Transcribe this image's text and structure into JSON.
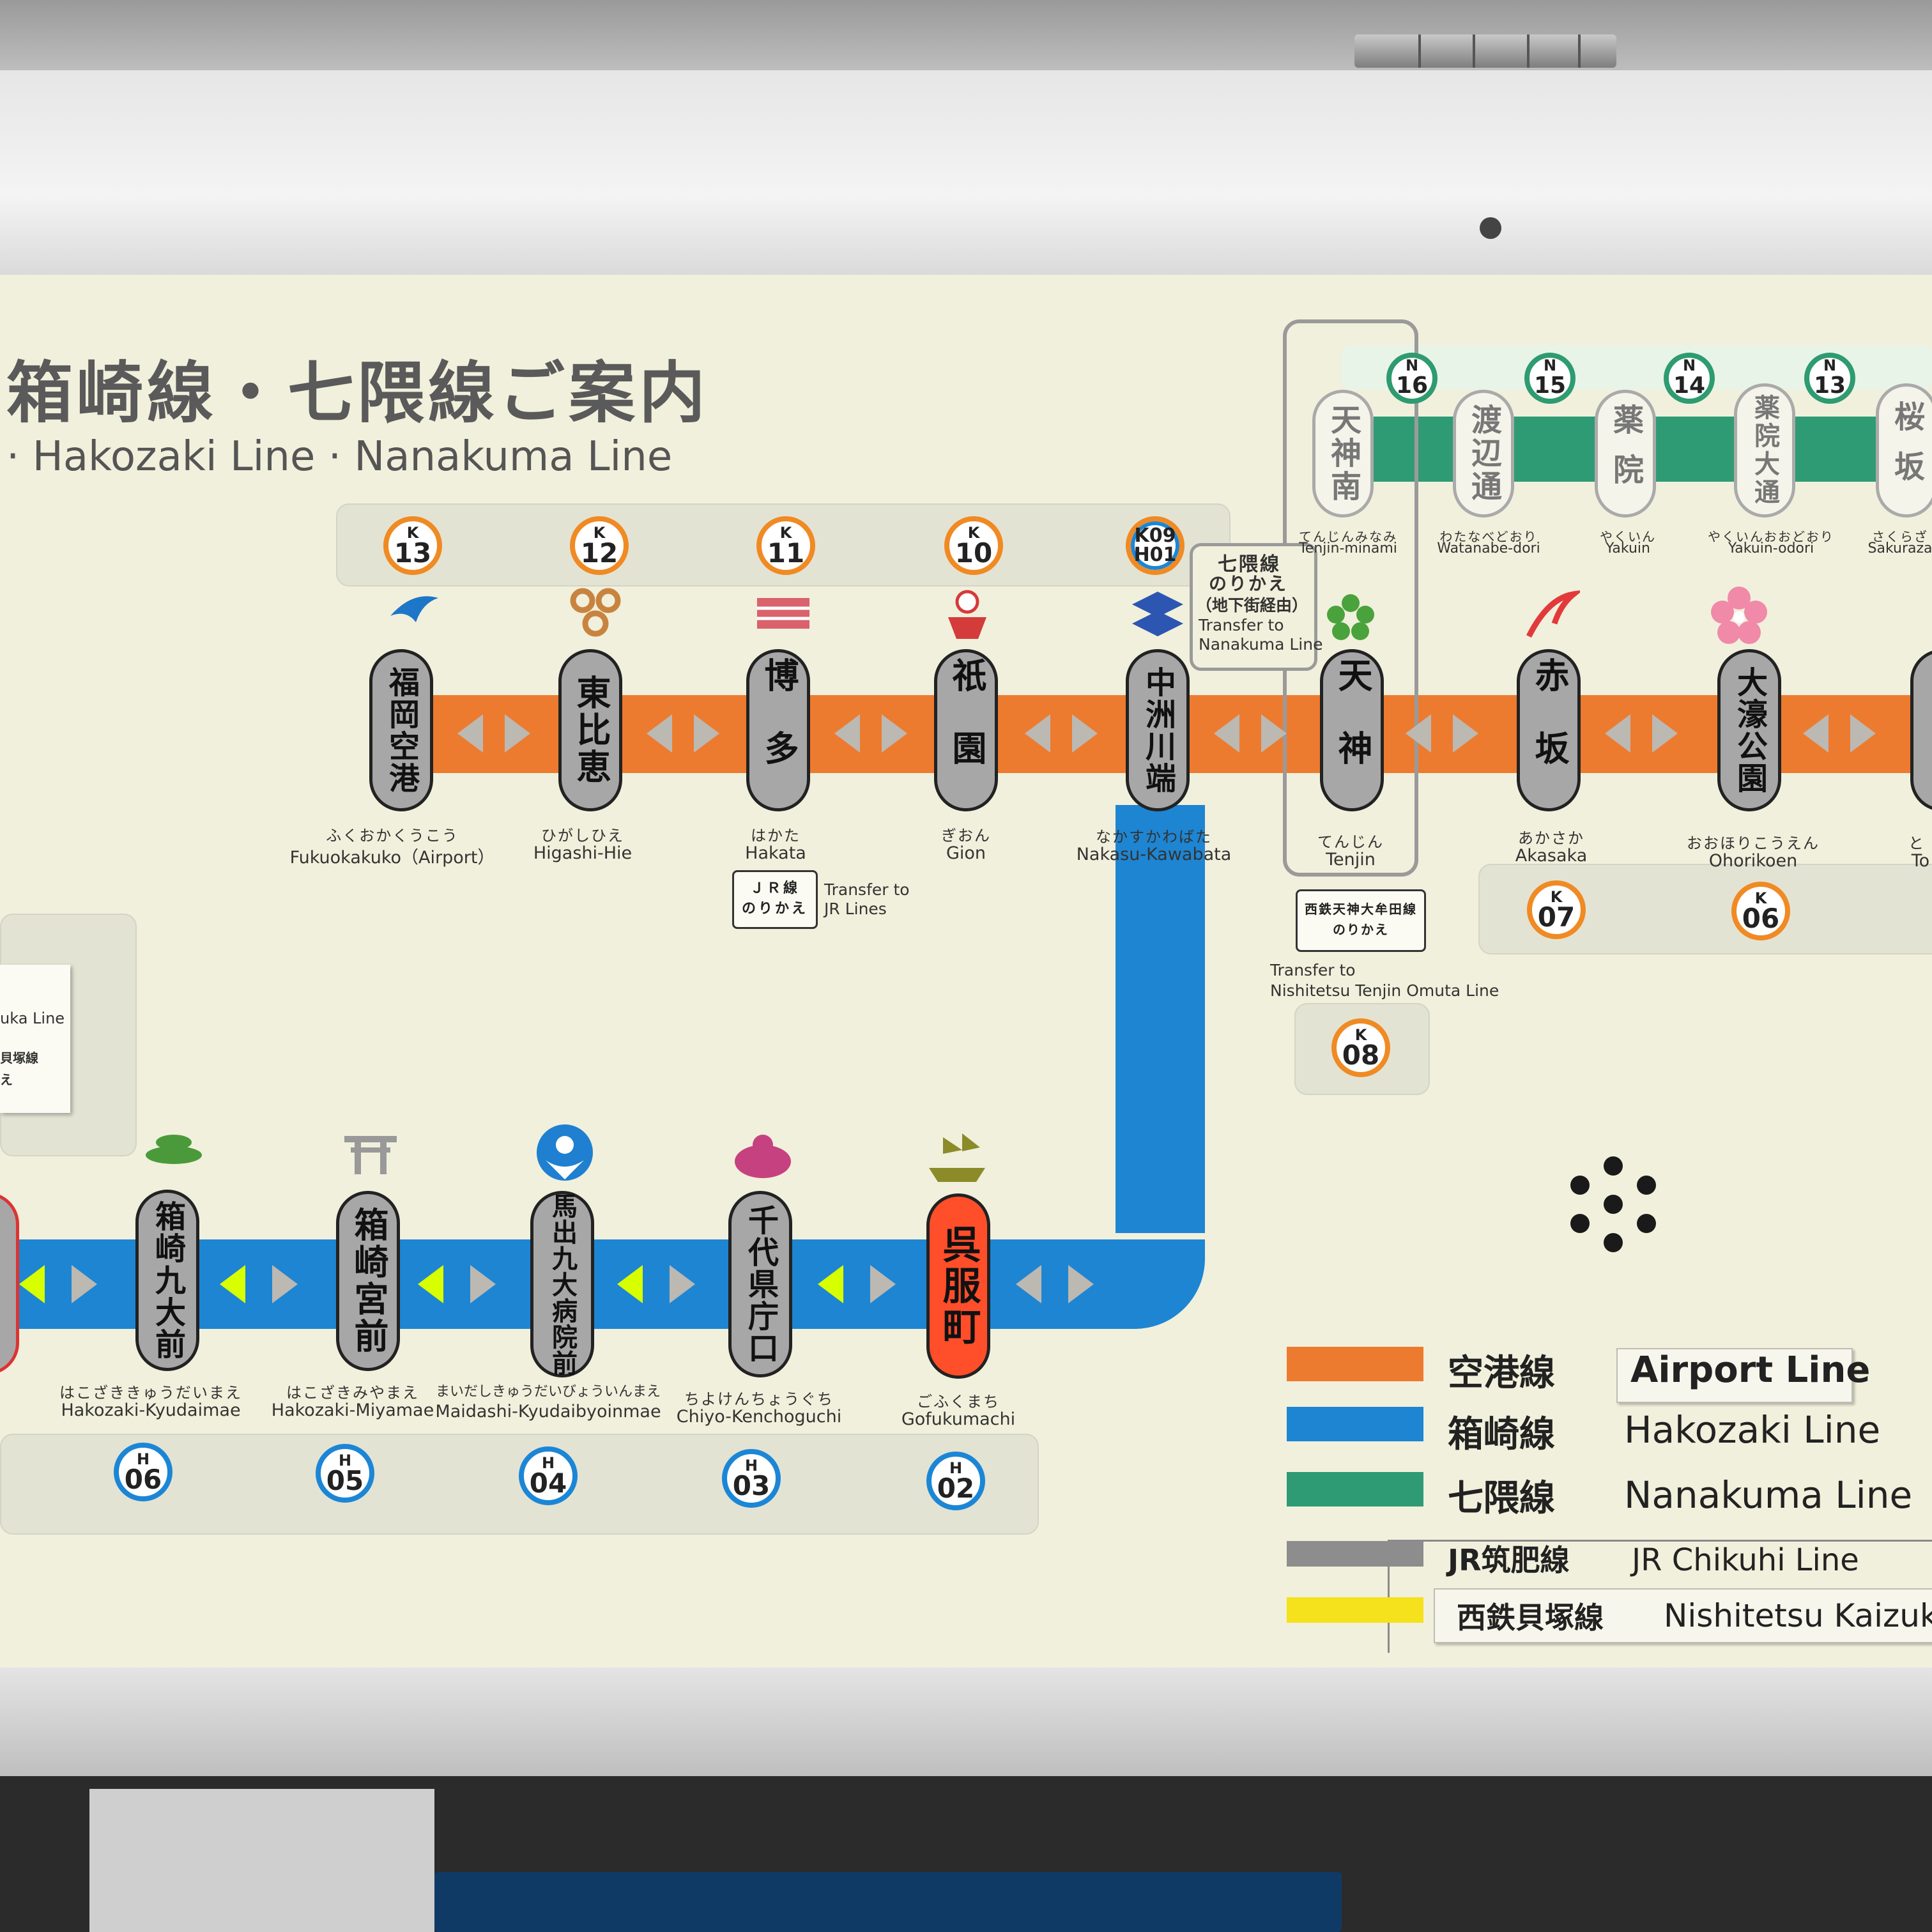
{
  "title": {
    "japanese": "箱崎線・七隈線ご案内",
    "english": "· Hakozaki Line · Nanakuma Line"
  },
  "airport_line": {
    "stations": [
      {
        "code_letter": "K",
        "code_num": "13",
        "name": "福岡空港",
        "kana": "ふくおかくうこう",
        "romaji": "Fukuokakuko（Airport）",
        "icon": "airplane-icon"
      },
      {
        "code_letter": "K",
        "code_num": "12",
        "name": "東比恵",
        "kana": "ひがしひえ",
        "romaji": "Higashi-Hie",
        "icon": "knot-icon"
      },
      {
        "code_letter": "K",
        "code_num": "11",
        "name": "博多",
        "kana": "はかた",
        "romaji": "Hakata",
        "icon": "textile-icon"
      },
      {
        "code_letter": "K",
        "code_num": "10",
        "name": "祇園",
        "kana": "ぎおん",
        "romaji": "Gion",
        "icon": "festival-figure-icon"
      },
      {
        "code_letter": "K09",
        "code_num": "H01",
        "name": "中洲川端",
        "kana": "なかすかわばた",
        "romaji": "Nakasu-Kawabata",
        "icon": "blue-pattern-icon"
      },
      {
        "code_letter": "K",
        "code_num": "08",
        "name": "天神",
        "kana": "てんじん",
        "romaji": "Tenjin",
        "icon": "plum-blossom-icon"
      },
      {
        "code_letter": "K",
        "code_num": "07",
        "name": "赤坂",
        "kana": "あかさか",
        "romaji": "Akasaka",
        "icon": "red-swoosh-icon"
      },
      {
        "code_letter": "K",
        "code_num": "06",
        "name": "大濠公園",
        "kana": "おおほりこうえん",
        "romaji": "Ohorikoen",
        "icon": "cherry-blossom-icon"
      }
    ],
    "partial_kana": "と",
    "partial_romaji": "To"
  },
  "hakozaki_line": {
    "stations": [
      {
        "code_letter": "H",
        "code_num": "06",
        "name": "箱崎九大前",
        "kana": "はこざききゅうだいまえ",
        "romaji": "Hakozaki-Kyudaimae",
        "icon": "pine-tree-icon"
      },
      {
        "code_letter": "H",
        "code_num": "05",
        "name": "箱崎宮前",
        "kana": "はこざきみやまえ",
        "romaji": "Hakozaki-Miyamae",
        "icon": "torii-gate-icon"
      },
      {
        "code_letter": "H",
        "code_num": "04",
        "name": "馬出九大病院前",
        "kana": "まいだしきゅうだいびょういんまえ",
        "romaji": "Maidashi-Kyudaibyoinmae",
        "icon": "bird-crest-icon"
      },
      {
        "code_letter": "H",
        "code_num": "03",
        "name": "千代県庁口",
        "kana": "ちよけんちょうぐち",
        "romaji": "Chiyo-Kenchoguchi",
        "icon": "mask-icon"
      },
      {
        "code_letter": "H",
        "code_num": "02",
        "name": "呉服町",
        "kana": "ごふくまち",
        "romaji": "Gofukumachi",
        "icon": "ship-icon",
        "current": true
      }
    ]
  },
  "nanakuma_line": {
    "stations": [
      {
        "code_letter": "N",
        "code_num": "16",
        "name": "天神南",
        "kana": "てんじんみなみ",
        "romaji": "Tenjin-minami"
      },
      {
        "code_letter": "N",
        "code_num": "15",
        "name": "渡辺通",
        "kana": "わたなべどおり",
        "romaji": "Watanabe-dori"
      },
      {
        "code_letter": "N",
        "code_num": "14",
        "name": "薬院",
        "kana": "やくいん",
        "romaji": "Yakuin"
      },
      {
        "code_letter": "N",
        "code_num": "13",
        "name": "薬院大通",
        "kana": "やくいんおおどおり",
        "romaji": "Yakuin-odori"
      },
      {
        "name": "桜坂",
        "kana": "さくらざ",
        "romaji": "Sakuraza"
      }
    ]
  },
  "transfers": {
    "jr_box_line1": "ＪＲ線",
    "jr_box_line2": "のりかえ",
    "jr_en_line1": "Transfer to",
    "jr_en_line2": "JR Lines",
    "nanakuma_jp_line1": "七隈線",
    "nanakuma_jp_line2": "のりかえ",
    "nanakuma_jp_line3": "（地下街経由）",
    "nanakuma_en_line1": "Transfer to",
    "nanakuma_en_line2": "Nanakuma Line",
    "nishitetsu_box_line1": "西鉄天神大牟田線",
    "nishitetsu_box_line2": "のりかえ",
    "nishitetsu_en_line1": "Transfer to",
    "nishitetsu_en_line2": "Nishitetsu Tenjin Omuta Line"
  },
  "side_note": {
    "line1": "uka Line",
    "line2": "貝塚線",
    "line3": "え"
  },
  "legend": [
    {
      "color": "#ed7b2f",
      "jp": "空港線",
      "en": "Airport Line"
    },
    {
      "color": "#1e85d2",
      "jp": "箱崎線",
      "en": "Hakozaki Line"
    },
    {
      "color": "#2f9b74",
      "jp": "七隈線",
      "en": "Nanakuma Line"
    },
    {
      "color": "#8d8d8d",
      "jp": "JR筑肥線",
      "en": "JR Chikuhi Line"
    },
    {
      "color": "#f5e11c",
      "jp": "西鉄貝塚線",
      "en": "Nishitetsu Kaizuka"
    }
  ]
}
